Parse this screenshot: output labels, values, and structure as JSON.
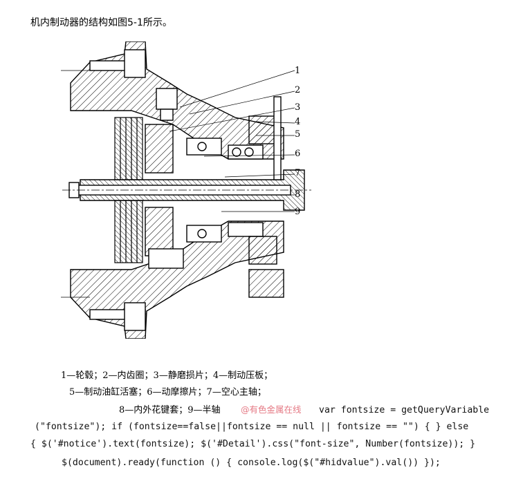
{
  "intro_text": "机内制动器的结构如图5-1所示。",
  "figure": {
    "callouts": [
      "1",
      "2",
      "3",
      "4",
      "5",
      "6",
      "7",
      "8",
      "9"
    ]
  },
  "caption": {
    "line1": "1—轮毂；2—内齿圈；3—静磨损片；4—制动压板；",
    "line2": "5—制动油缸活塞；6—动摩擦片；7—空心主轴；",
    "line3": "8—内外花键套；9—半轴"
  },
  "watermark": "@有色金属在线",
  "code": {
    "line1": "var fontsize = getQueryVariable",
    "line2": "(\"fontsize\"); if (fontsize==false||fontsize == null || fontsize == \"\") { } else",
    "line3": "{ $('#notice').text(fontsize); $('#Detail').css(\"font-size\", Number(fontsize)); }",
    "line4": "$(document).ready(function () { console.log($(\"#hidvalue\").val()) });"
  }
}
